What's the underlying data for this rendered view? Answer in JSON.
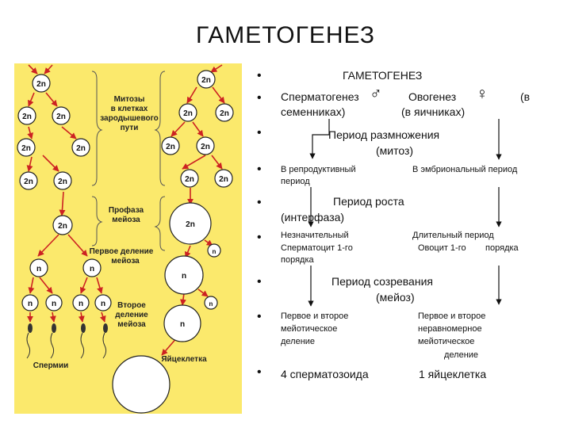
{
  "slide_title": "ГАМЕТОГЕНЕЗ",
  "figure": {
    "cell_2n": "2n",
    "cell_n": "n",
    "label_mitosis": [
      "Митозы",
      "в клетках",
      "зародышевого",
      "пути"
    ],
    "label_prophase": [
      "Профаза",
      "мейоза"
    ],
    "label_first_division": [
      "Первое деление",
      "мейоза"
    ],
    "label_second_division": [
      "Второе",
      "деление",
      "мейоза"
    ],
    "label_sperm": "Спермии",
    "label_egg": "Яйцеклетка"
  },
  "bullet": "•",
  "table": {
    "heading": "ГАМЕТОГЕНЕЗ",
    "spermatogenesis": "Сперматогенез",
    "male_symbol": "♂",
    "oogenesis": "Овогенез",
    "female_symbol": "♀",
    "oogenesis_place_a": "(в",
    "in_testes": "семенниках)",
    "oogenesis_place_b": "(в яичниках)",
    "phase1_line1": "Период размножения",
    "phase1_line2": "(митоз)",
    "left1_line1": "В репродуктивный",
    "left1_line2": "период",
    "right1": "В эмбриональный  период",
    "phase2_line1": "Период  роста",
    "phase2_line2": "(интерфаза)",
    "left2_line1": "Незначительный",
    "left2_line2": "Сперматоцит 1-го",
    "left2_line3": "порядка",
    "right2_line1": "Длительный период",
    "right2_line2": "Овоцит 1-го        порядка",
    "phase3_line1": "Период созревания",
    "phase3_line2": "(мейоз)",
    "left3_line1": "Первое и второе",
    "left3_line2": "мейотическое",
    "left3_line3": "деление",
    "right3_line1": "Первое и второе",
    "right3_line2": "неравномерное",
    "right3_line3": "мейотическое",
    "right3_line4": "деление",
    "result_left": "4 сперматозоида",
    "result_right": "1 яйцеклетка"
  },
  "colors": {
    "figure_background": "#fbe96c",
    "arrow": "#cc2222",
    "cell": "#ffffff",
    "text": "#111111"
  }
}
